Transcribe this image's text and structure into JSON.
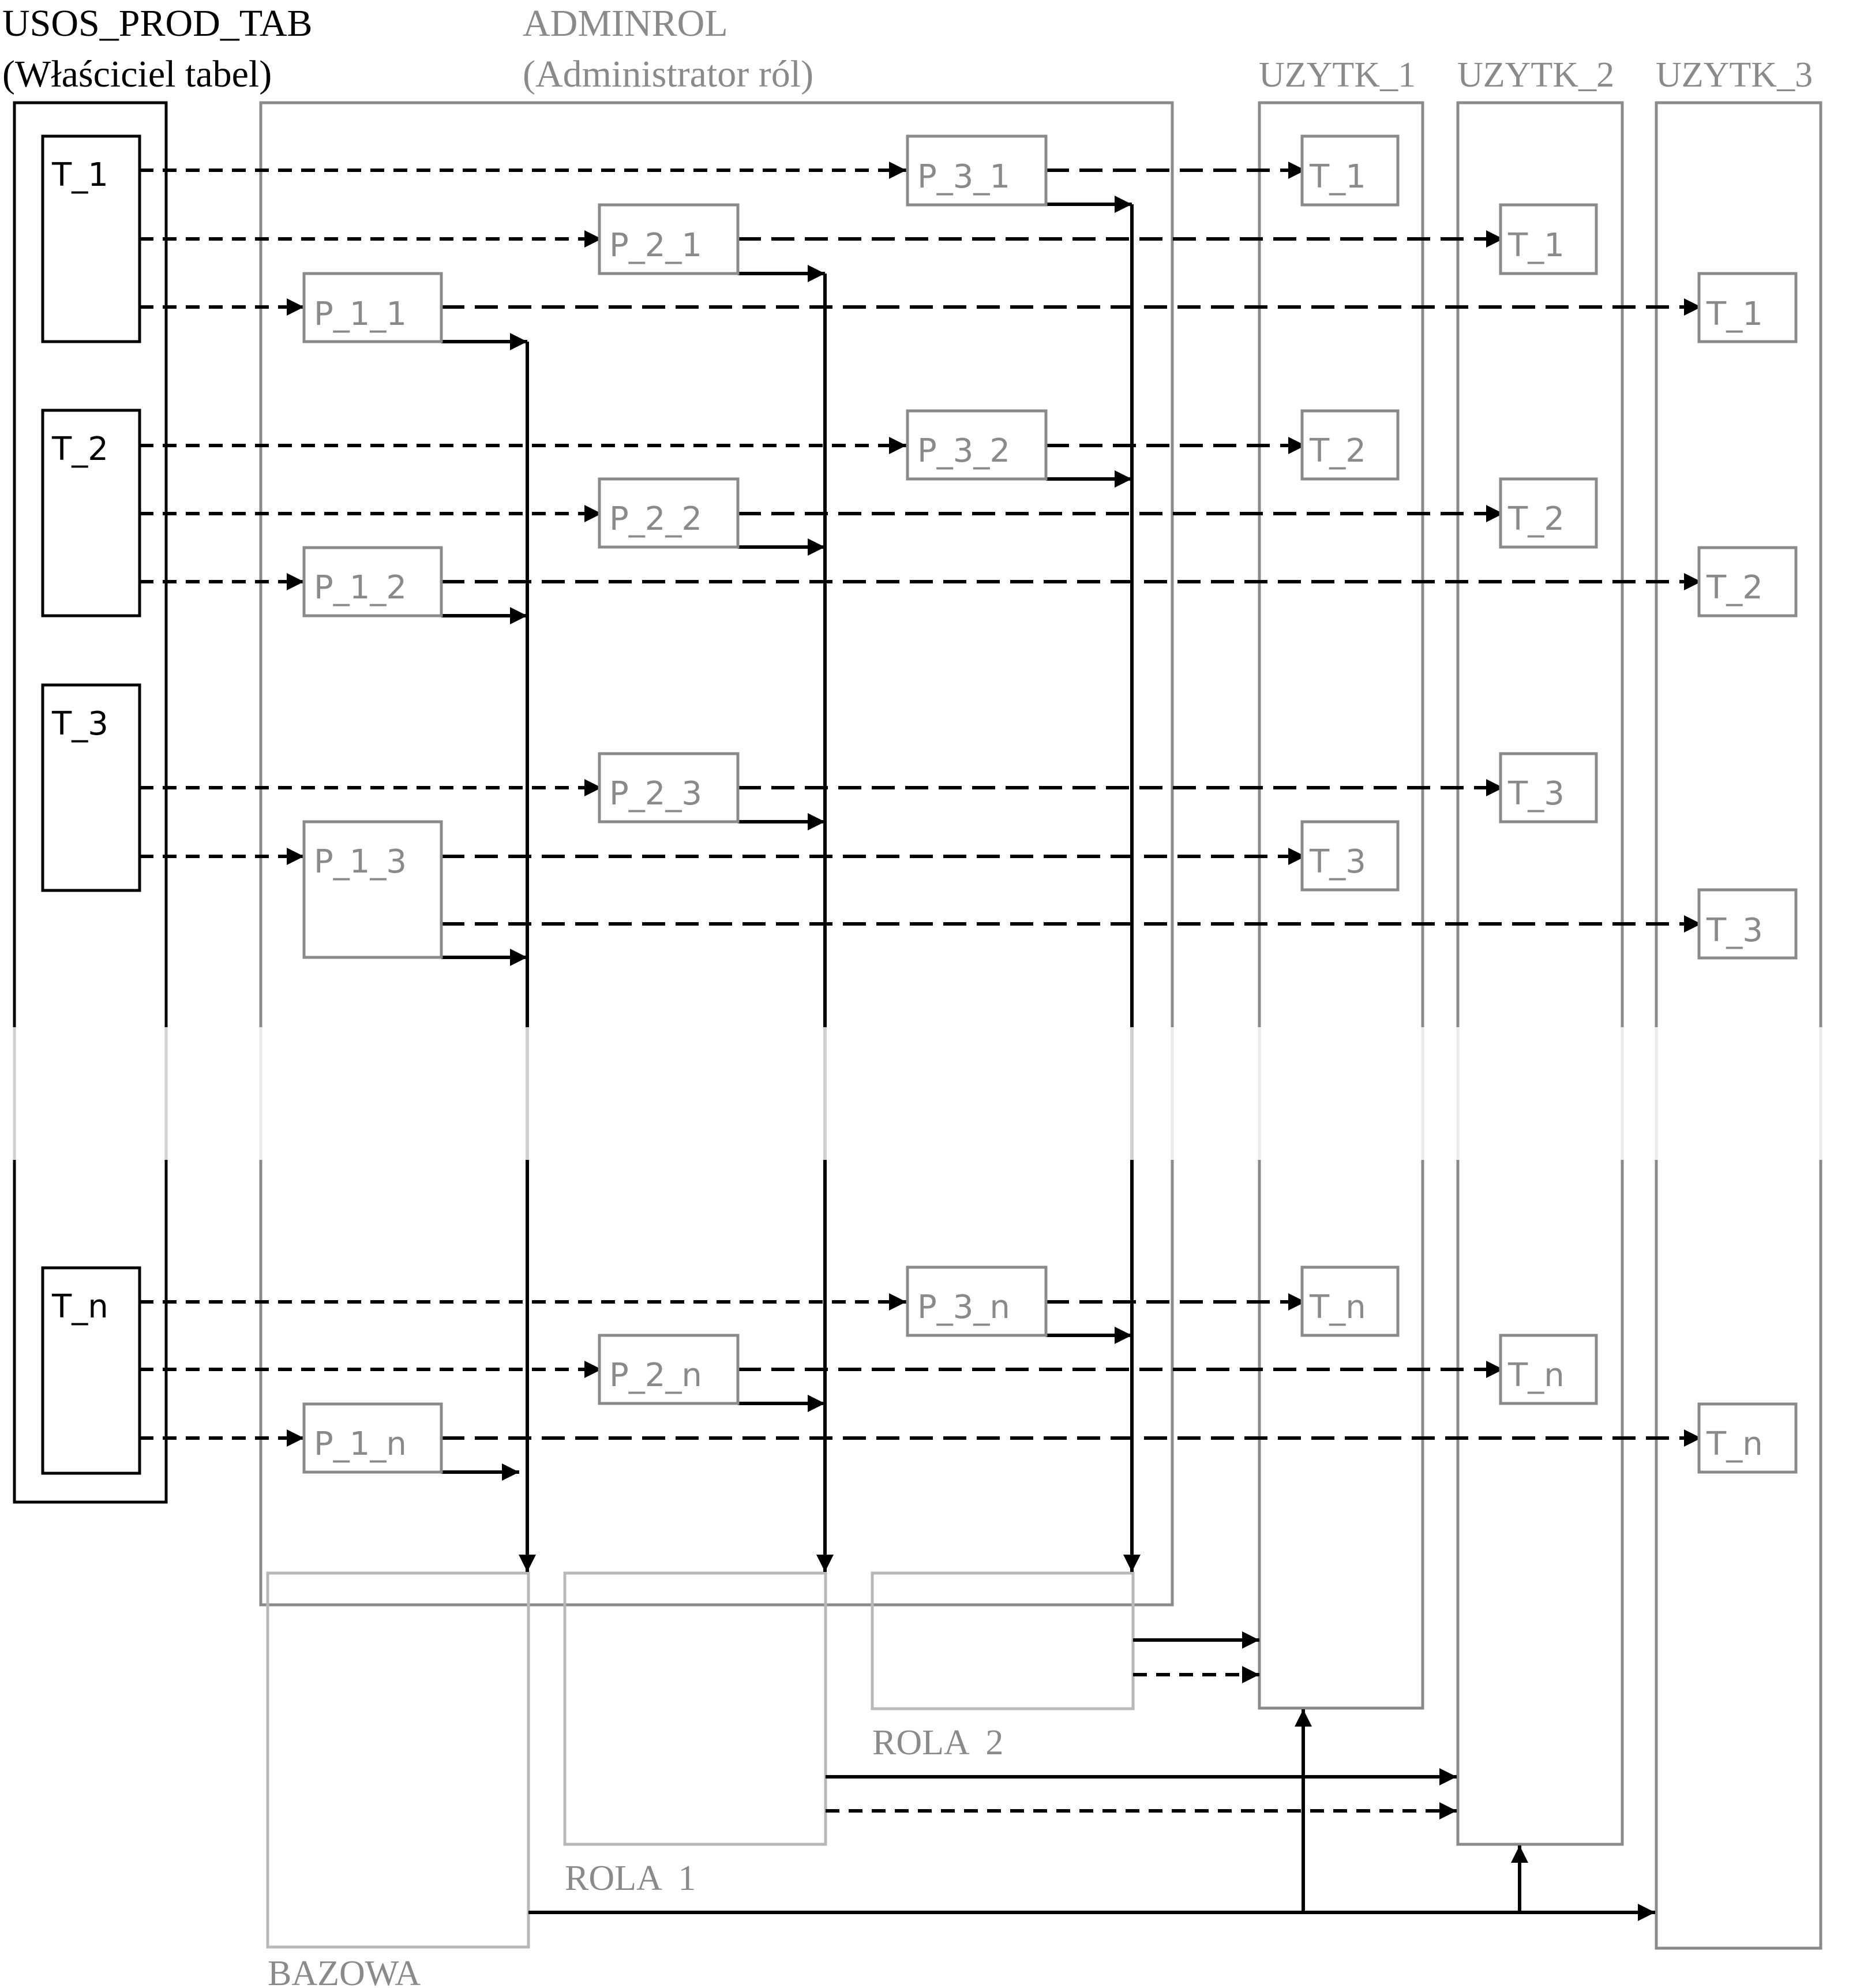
{
  "owner": {
    "title": "USOS_PROD_TAB",
    "subtitle": "(Właściciel tabel)"
  },
  "admin": {
    "title": "ADMINROL",
    "subtitle": "(Administrator ról)"
  },
  "users": [
    {
      "name": "UZYTK_1"
    },
    {
      "name": "UZYTK_2"
    },
    {
      "name": "UZYTK_3"
    }
  ],
  "tables": [
    "T_1",
    "T_2",
    "T_3",
    "T_n"
  ],
  "privileges": {
    "p_1_1": "P_1_1",
    "p_2_1": "P_2_1",
    "p_3_1": "P_3_1",
    "p_1_2": "P_1_2",
    "p_2_2": "P_2_2",
    "p_3_2": "P_3_2",
    "p_1_3": "P_1_3",
    "p_2_3": "P_2_3",
    "p_1_n": "P_1_n",
    "p_2_n": "P_2_n",
    "p_3_n": "P_3_n"
  },
  "user_tables": {
    "u1": [
      "T_1",
      "T_2",
      "T_3",
      "T_n"
    ],
    "u2": [
      "T_1",
      "T_2",
      "T_3",
      "T_n"
    ],
    "u3": [
      "T_1",
      "T_2",
      "T_3",
      "T_n"
    ]
  },
  "roles": {
    "base": "BAZOWA",
    "role1": "ROLA  1",
    "role2": "ROLA  2"
  },
  "colors": {
    "owner_stroke": "#000000",
    "admin_stroke": "#8a8a8a",
    "role_stroke": "#b8b8b8",
    "arrow": "#000000",
    "label_gray": "#8a8a8a"
  }
}
